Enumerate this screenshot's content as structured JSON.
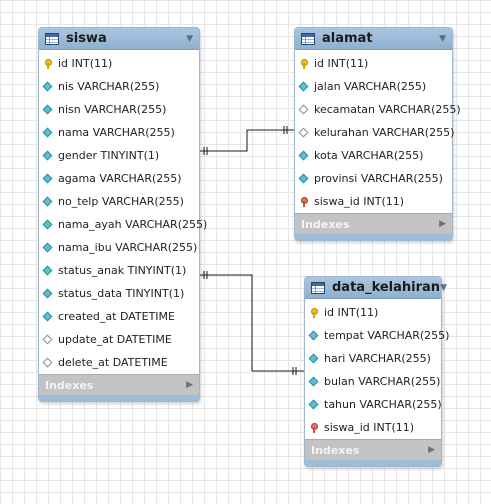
{
  "tables": [
    {
      "name": "siswa",
      "indexes_label": "Indexes",
      "columns": [
        {
          "text": "id INT(11)",
          "icon": "key-icon"
        },
        {
          "text": "nis VARCHAR(255)",
          "icon": "filled-diamond-icon"
        },
        {
          "text": "nisn VARCHAR(255)",
          "icon": "filled-diamond-icon"
        },
        {
          "text": "nama VARCHAR(255)",
          "icon": "filled-diamond-icon"
        },
        {
          "text": "gender TINYINT(1)",
          "icon": "filled-diamond-icon"
        },
        {
          "text": "agama VARCHAR(255)",
          "icon": "filled-diamond-icon"
        },
        {
          "text": "no_telp VARCHAR(255)",
          "icon": "filled-diamond-icon"
        },
        {
          "text": "nama_ayah VARCHAR(255)",
          "icon": "filled-diamond-icon"
        },
        {
          "text": "nama_ibu VARCHAR(255)",
          "icon": "filled-diamond-icon"
        },
        {
          "text": "status_anak TINYINT(1)",
          "icon": "filled-diamond-icon"
        },
        {
          "text": "status_data TINYINT(1)",
          "icon": "filled-diamond-icon"
        },
        {
          "text": "created_at DATETIME",
          "icon": "filled-diamond-icon"
        },
        {
          "text": "update_at DATETIME",
          "icon": "empty-diamond-icon"
        },
        {
          "text": "delete_at DATETIME",
          "icon": "empty-diamond-icon"
        }
      ]
    },
    {
      "name": "alamat",
      "indexes_label": "Indexes",
      "columns": [
        {
          "text": "id INT(11)",
          "icon": "key-icon"
        },
        {
          "text": "jalan VARCHAR(255)",
          "icon": "filled-diamond-icon"
        },
        {
          "text": "kecamatan VARCHAR(255)",
          "icon": "empty-diamond-icon"
        },
        {
          "text": "kelurahan VARCHAR(255)",
          "icon": "empty-diamond-icon"
        },
        {
          "text": "kota VARCHAR(255)",
          "icon": "filled-diamond-icon"
        },
        {
          "text": "provinsi VARCHAR(255)",
          "icon": "filled-diamond-icon"
        },
        {
          "text": "siswa_id INT(11)",
          "icon": "foreign-key-icon"
        }
      ]
    },
    {
      "name": "data_kelahiran",
      "indexes_label": "Indexes",
      "columns": [
        {
          "text": "id INT(11)",
          "icon": "key-icon"
        },
        {
          "text": "tempat VARCHAR(255)",
          "icon": "filled-diamond-icon"
        },
        {
          "text": "hari VARCHAR(255)",
          "icon": "filled-diamond-icon"
        },
        {
          "text": "bulan VARCHAR(255)",
          "icon": "filled-diamond-icon"
        },
        {
          "text": "tahun VARCHAR(255)",
          "icon": "filled-diamond-icon"
        },
        {
          "text": "siswa_id INT(11)",
          "icon": "foreign-key-icon"
        }
      ]
    }
  ],
  "relationships": [
    {
      "from": "siswa",
      "to": "alamat",
      "cardinality": "one-to-one"
    },
    {
      "from": "siswa",
      "to": "data_kelahiran",
      "cardinality": "one-to-one"
    }
  ],
  "colors": {
    "header": "#9dbad8",
    "indexes_bar": "#c3c3c3",
    "grid": "#e6e6e6"
  }
}
